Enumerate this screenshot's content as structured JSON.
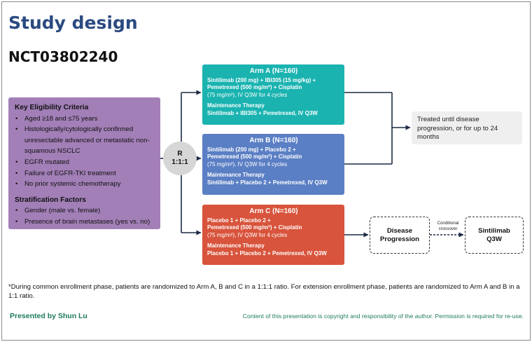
{
  "title": "Study design",
  "trial_id": "NCT03802240",
  "eligibility": {
    "heading": "Key Eligibility Criteria",
    "criteria": [
      "Aged ≥18 and ≤75 years",
      "Histologically/cytologically confirmed unresectable advanced or metastatic non-squamous NSCLC",
      "EGFR mutated",
      "Failure of EGFR-TKI treatment",
      "No prior systemic chemotherapy"
    ],
    "strat_heading": "Stratification Factors",
    "strat_factors": [
      "Gender (male vs. female)",
      "Presence of brain metastases (yes vs. no)"
    ]
  },
  "randomization": {
    "line1": "R",
    "line2": "1:1:1"
  },
  "arms": [
    {
      "header": "Arm A (N=160)",
      "induction": [
        "Sintilimab (200 mg) + IBI305 (15 mg/kg) +",
        "Pemetrexed (500 mg/m²) + Cisplatin",
        "(75 mg/m²), IV Q3W for 4 cycles"
      ],
      "maint_heading": "Maintenance Therapy",
      "maint": "Sintilimab + IBI305 + Pemetrexed, IV Q3W"
    },
    {
      "header": "Arm B (N=160)",
      "induction": [
        "Sintilimab (200 mg) + Placebo 2 +",
        "Pemetrexed (500 mg/m²) + Cisplatin",
        "(75 mg/m²), IV Q3W for 4 cycles"
      ],
      "maint_heading": "Maintenance Therapy",
      "maint": "Sintilimab + Placebo 2 + Pemetrexed, IV Q3W"
    },
    {
      "header": "Arm C (N=160)",
      "induction": [
        "Placebo 1 + Placebo 2 +",
        "Pemetrexed (500 mg/m²) + Cisplatin",
        "(75 mg/m²), IV Q3W for 4 cycles"
      ],
      "maint_heading": "Maintenance Therapy",
      "maint": "Placebo 1 + Placebo 2 + Pemetrexed, IV Q3W"
    }
  ],
  "treated_until": "Treated until disease progression, or for up to 24 months",
  "disease_progression": "Disease Progression",
  "crossover_label": "Conditional crossover",
  "crossover_treatment": "Sintilimab Q3W",
  "footnote": "*During common enrollment phase, patients are randomized to Arm A, B and C in a 1:1:1 ratio. For extension enrollment phase, patients are randomized to Arm A and B in a 1:1 ratio.",
  "presenter": "Presented by Shun Lu",
  "copyright": "Content of this presentation is copyright and responsibility of the author. Permission is required for re-use.",
  "colors": {
    "title": "#2b4a80",
    "eligibility": "#a27fb7",
    "arm_a": "#1ab3b0",
    "arm_b": "#5b7fc4",
    "arm_c": "#d8543c",
    "footer": "#1e7b5b",
    "connector": "#1c2a44"
  }
}
